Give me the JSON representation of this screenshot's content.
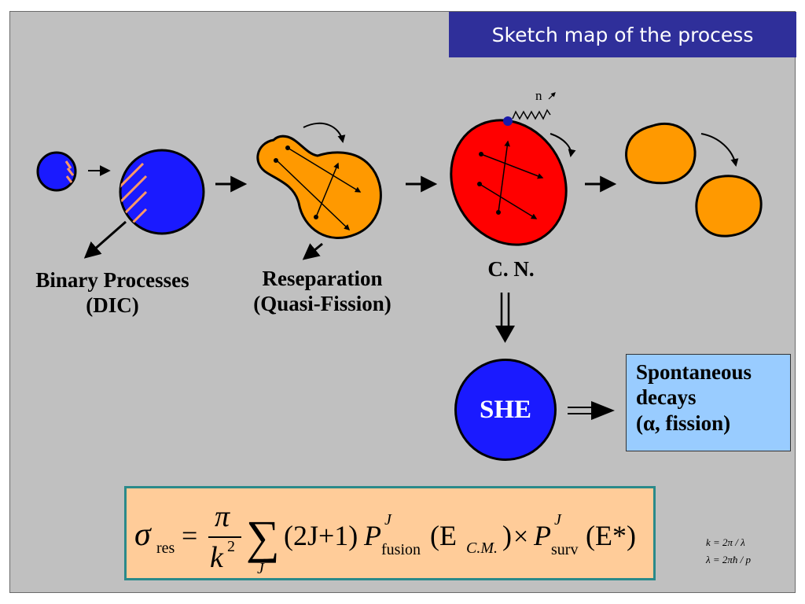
{
  "header": {
    "title": "Sketch map of the process"
  },
  "labels": {
    "binary_line1": "Binary Processes",
    "binary_line2": "(DIC)",
    "reseparation_line1": "Reseparation",
    "reseparation_line2": "(Quasi-Fission)",
    "compound_nucleus": "C. N.",
    "neutron": "n",
    "she": "SHE",
    "decays_line1": "Spontaneous",
    "decays_line2": "decays",
    "decays_line3": "(α, fission)"
  },
  "formula": {
    "sigma": "σ",
    "sigma_sub": "res",
    "equals": "=",
    "numerator": "π",
    "denominator_k": "k",
    "denominator_exp": "2",
    "sum_symbol": "∑",
    "sum_index": "J",
    "factor": "(2J+1)",
    "p1": "P",
    "p1_sup": "J",
    "p1_sub": "fusion",
    "p1_arg_open": "(E",
    "p1_arg_sub": "C.M.",
    "p1_arg_close": ")",
    "times": "×",
    "p2": "P",
    "p2_sup": "J",
    "p2_sub": "surv",
    "p2_arg": "(E*)"
  },
  "side_formulas": {
    "k_def": "k = 2π / λ",
    "lambda_def": "λ = 2πħ / p"
  },
  "colors": {
    "blue_nucleus": "#1a1aff",
    "orange": "#ff9900",
    "red": "#ff0000",
    "formula_bg": "#ffcc99",
    "decay_box": "#99ccff",
    "title_bg": "#2f2f9a"
  }
}
